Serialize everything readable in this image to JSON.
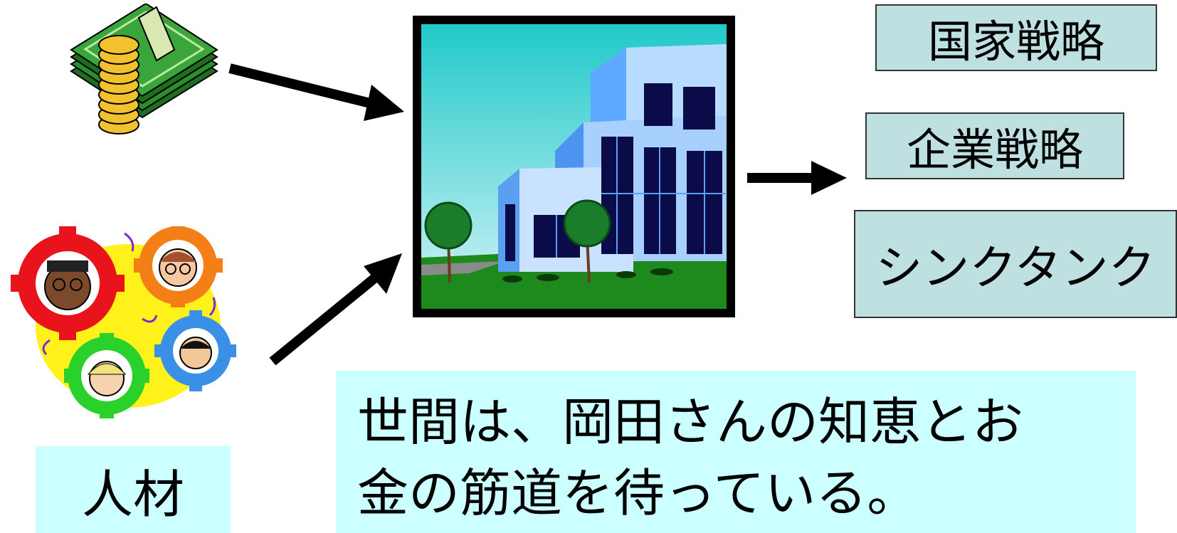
{
  "labels": {
    "national_strategy": "国家戦略",
    "corporate_strategy": "企業戦略",
    "think_tank": "シンクタンク",
    "human_resources": "人材"
  },
  "message": {
    "line1": "世間は、岡田さんの知恵とお",
    "line2": "金の筋道を待っている。"
  },
  "colors": {
    "label_box_fill": "#bfe0e0",
    "message_fill": "#ccffff",
    "arrow": "#000000",
    "money_green": "#2e8b2e",
    "coin_gold": "#f2c12e"
  },
  "icons": [
    "money-stack-icon",
    "people-gears-icon",
    "office-building-icon"
  ]
}
